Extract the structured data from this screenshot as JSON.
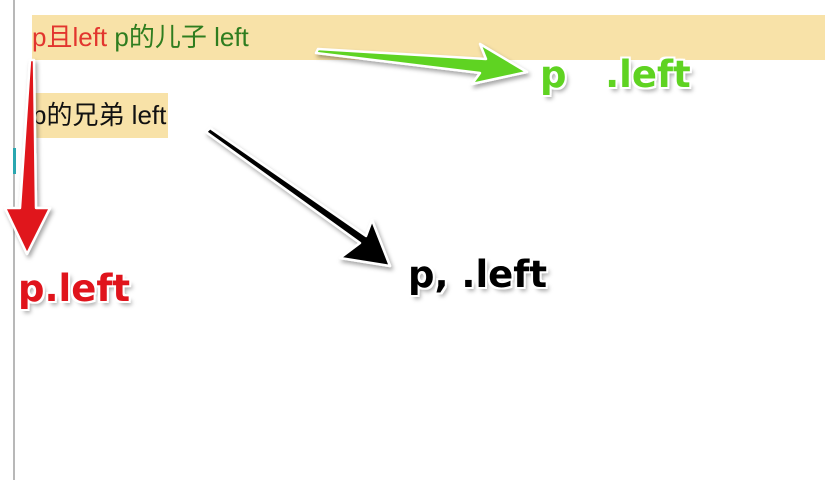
{
  "rows": {
    "row1": {
      "prefix": "p且left",
      "suffix": " p的儿子 left"
    },
    "row2": {
      "text": "p的兄弟 left"
    }
  },
  "callouts": {
    "green": "p   .left",
    "black": "p, .left",
    "red": "p.left"
  },
  "colors": {
    "highlight": "#f8e2a8",
    "row1_prefix": "#e2352e",
    "row1_suffix": "#2f7d1f",
    "arrow_green": "#5fd321",
    "arrow_black": "#000000",
    "arrow_red": "#e0141c"
  }
}
